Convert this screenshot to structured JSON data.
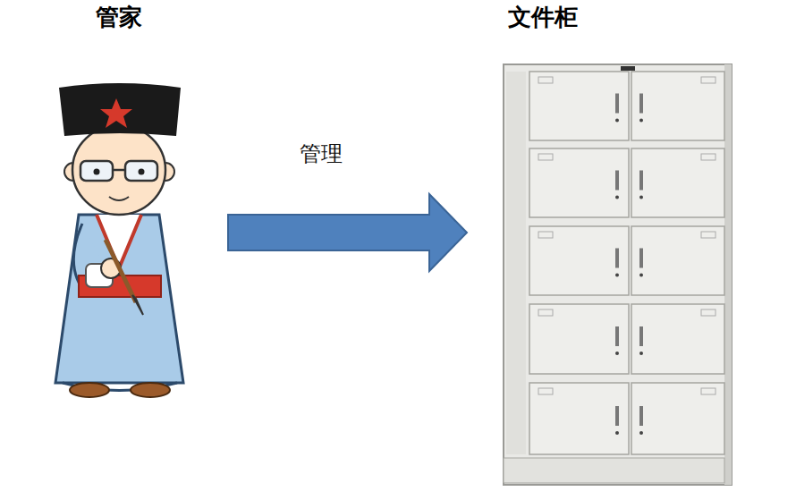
{
  "diagram": {
    "nodes": [
      {
        "text": [
          "管家"
        ]
      },
      {
        "text": [
          "文件柜"
        ]
      }
    ],
    "edges": [
      {
        "from": 0,
        "to": 1,
        "arrow": "to",
        "label": "管理"
      }
    ]
  }
}
